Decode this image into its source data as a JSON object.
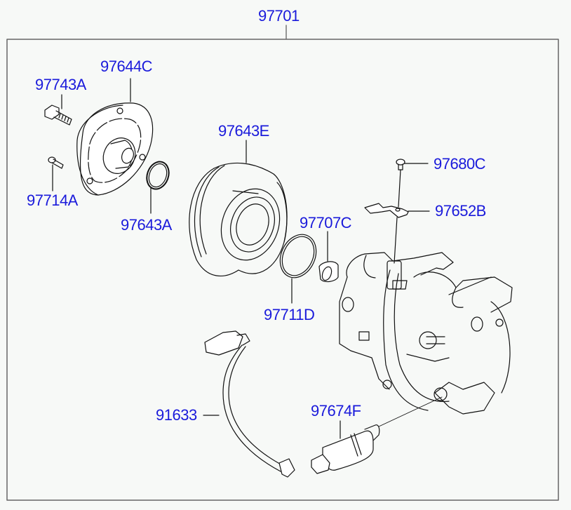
{
  "diagram": {
    "title": "A/C compressor assembly exploded view",
    "assembly_part_number": "97701",
    "label_color": "#1a1adb",
    "line_color": "#111111",
    "frame_color": "#666666",
    "background_color": "#f7f9f7",
    "parts": [
      {
        "id": "clutch-hub",
        "part_number": "97644C",
        "description": "clutch hub / pressure plate"
      },
      {
        "id": "hub-bolt",
        "part_number": "97743A",
        "description": "bolt"
      },
      {
        "id": "small-bolt",
        "part_number": "97714A",
        "description": "bolt"
      },
      {
        "id": "shim-ring",
        "part_number": "97643A",
        "description": "shim / snap ring"
      },
      {
        "id": "pulley",
        "part_number": "97643E",
        "description": "pulley assembly"
      },
      {
        "id": "coil-ring",
        "part_number": "97707C",
        "description": "field coil"
      },
      {
        "id": "snap-ring",
        "part_number": "97711D",
        "description": "snap ring"
      },
      {
        "id": "bracket-screw",
        "part_number": "97680C",
        "description": "screw"
      },
      {
        "id": "bracket",
        "part_number": "97652B",
        "description": "bracket"
      },
      {
        "id": "wire-harness",
        "part_number": "91633",
        "description": "wiring harness"
      },
      {
        "id": "pressure-switch",
        "part_number": "97674F",
        "description": "valve / switch"
      }
    ]
  }
}
